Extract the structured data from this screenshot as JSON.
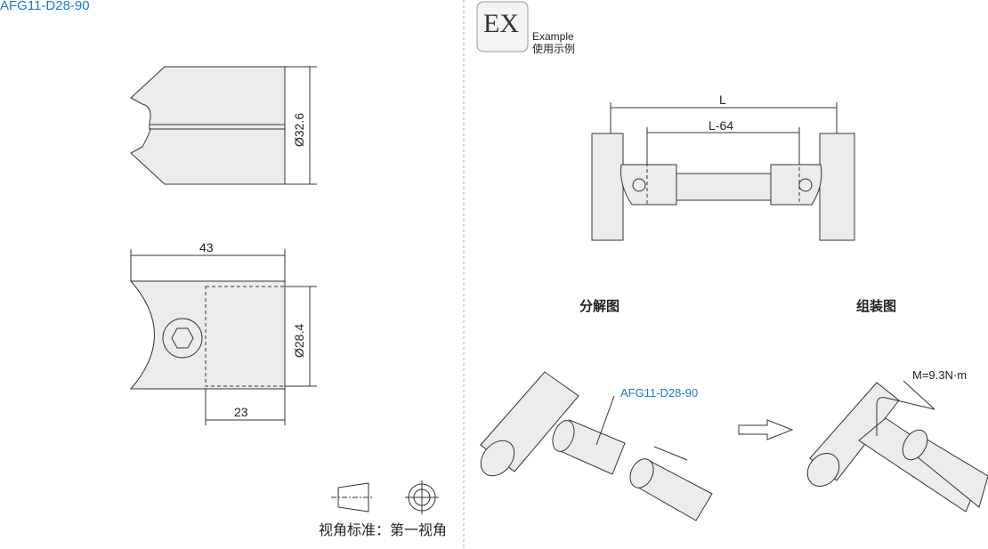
{
  "part_code": "AFG11-D28-90",
  "dimensions": {
    "outer_diameter": "Ø32.6",
    "length": "43",
    "inner_diameter": "Ø28.4",
    "insert_depth": "23"
  },
  "projection": {
    "label": "视角标准：第一视角"
  },
  "example": {
    "badge": "EX",
    "label_en": "Example",
    "label_cn": "使用示例"
  },
  "assembly_dims": {
    "overall": "L",
    "inner": "L-64"
  },
  "views": {
    "exploded": "分解图",
    "assembled": "组装图"
  },
  "callout": "AFG11-D28-90",
  "torque": "M=9.3N·m",
  "colors": {
    "accent": "#1a7ac8",
    "line": "#333333",
    "part_fill": "#ececec"
  }
}
